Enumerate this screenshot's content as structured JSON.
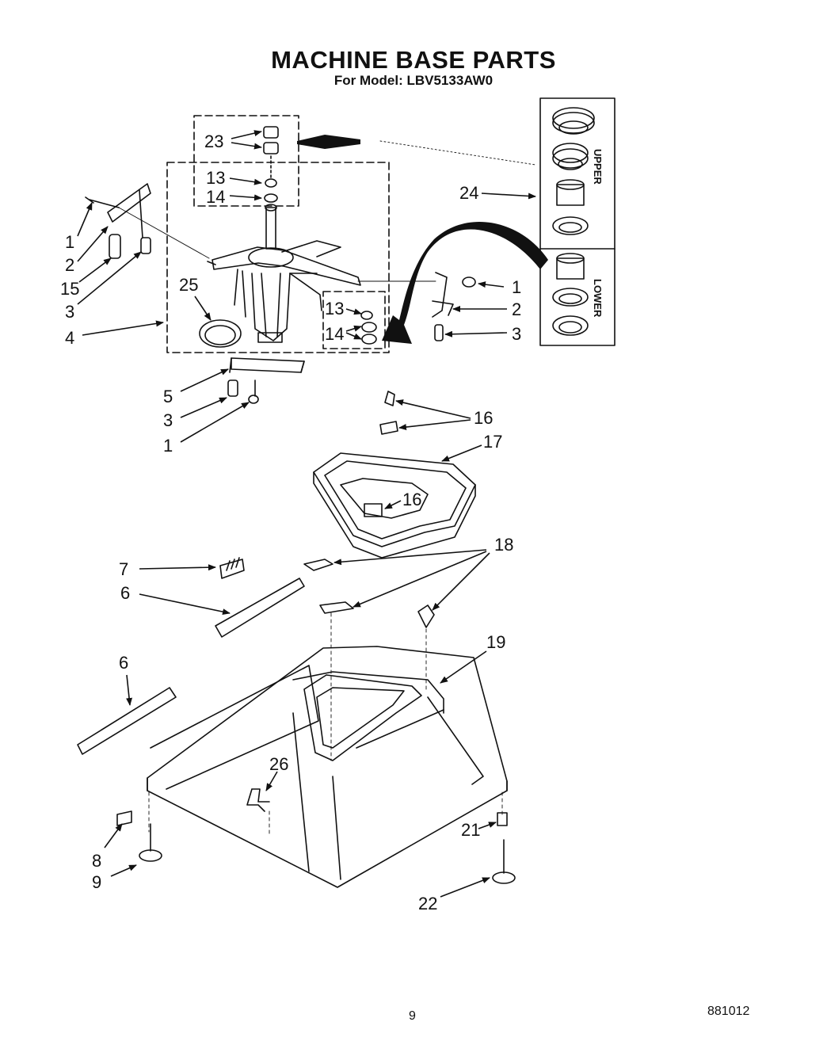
{
  "title": "MACHINE BASE PARTS",
  "subtitle": "For Model: LBV5133AW0",
  "page_number": "9",
  "figure_code": "881012",
  "inset_labels": {
    "upper": "UPPER",
    "lower": "LOWER"
  },
  "callouts": {
    "c23": "23",
    "c13a": "13",
    "c14a": "14",
    "c1a": "1",
    "c2a": "2",
    "c15": "15",
    "c3a": "3",
    "c4": "4",
    "c25": "25",
    "c1b": "1",
    "c2b": "2",
    "c3b": "3",
    "c13b": "13",
    "c14b": "14",
    "c24": "24",
    "c5": "5",
    "c3c": "3",
    "c1c": "1",
    "c16a": "16",
    "c17": "17",
    "c16b": "16",
    "c7": "7",
    "c6a": "6",
    "c18": "18",
    "c6b": "6",
    "c19": "19",
    "c26": "26",
    "c8": "8",
    "c9": "9",
    "c21": "21",
    "c22": "22"
  },
  "colors": {
    "ink": "#111111",
    "paper": "#ffffff"
  }
}
